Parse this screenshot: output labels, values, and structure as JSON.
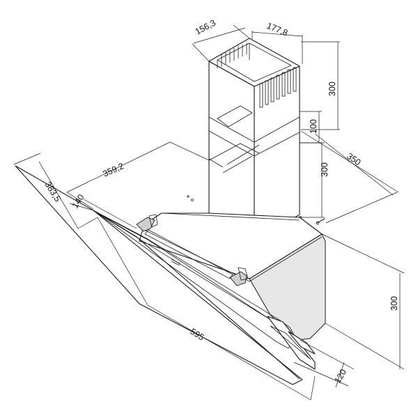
{
  "dimensions": {
    "chimney_width": "156,3",
    "chimney_depth": "177,8",
    "chimney_upper_height": "300",
    "overlap_height": "100",
    "chimney_lower_height": "300",
    "hood_depth": "350",
    "hood_top_width": "359,2",
    "panel_length": "383,5",
    "panel_offset": "140",
    "hood_width": "595",
    "bottom_offset": "120",
    "body_height": "300"
  }
}
